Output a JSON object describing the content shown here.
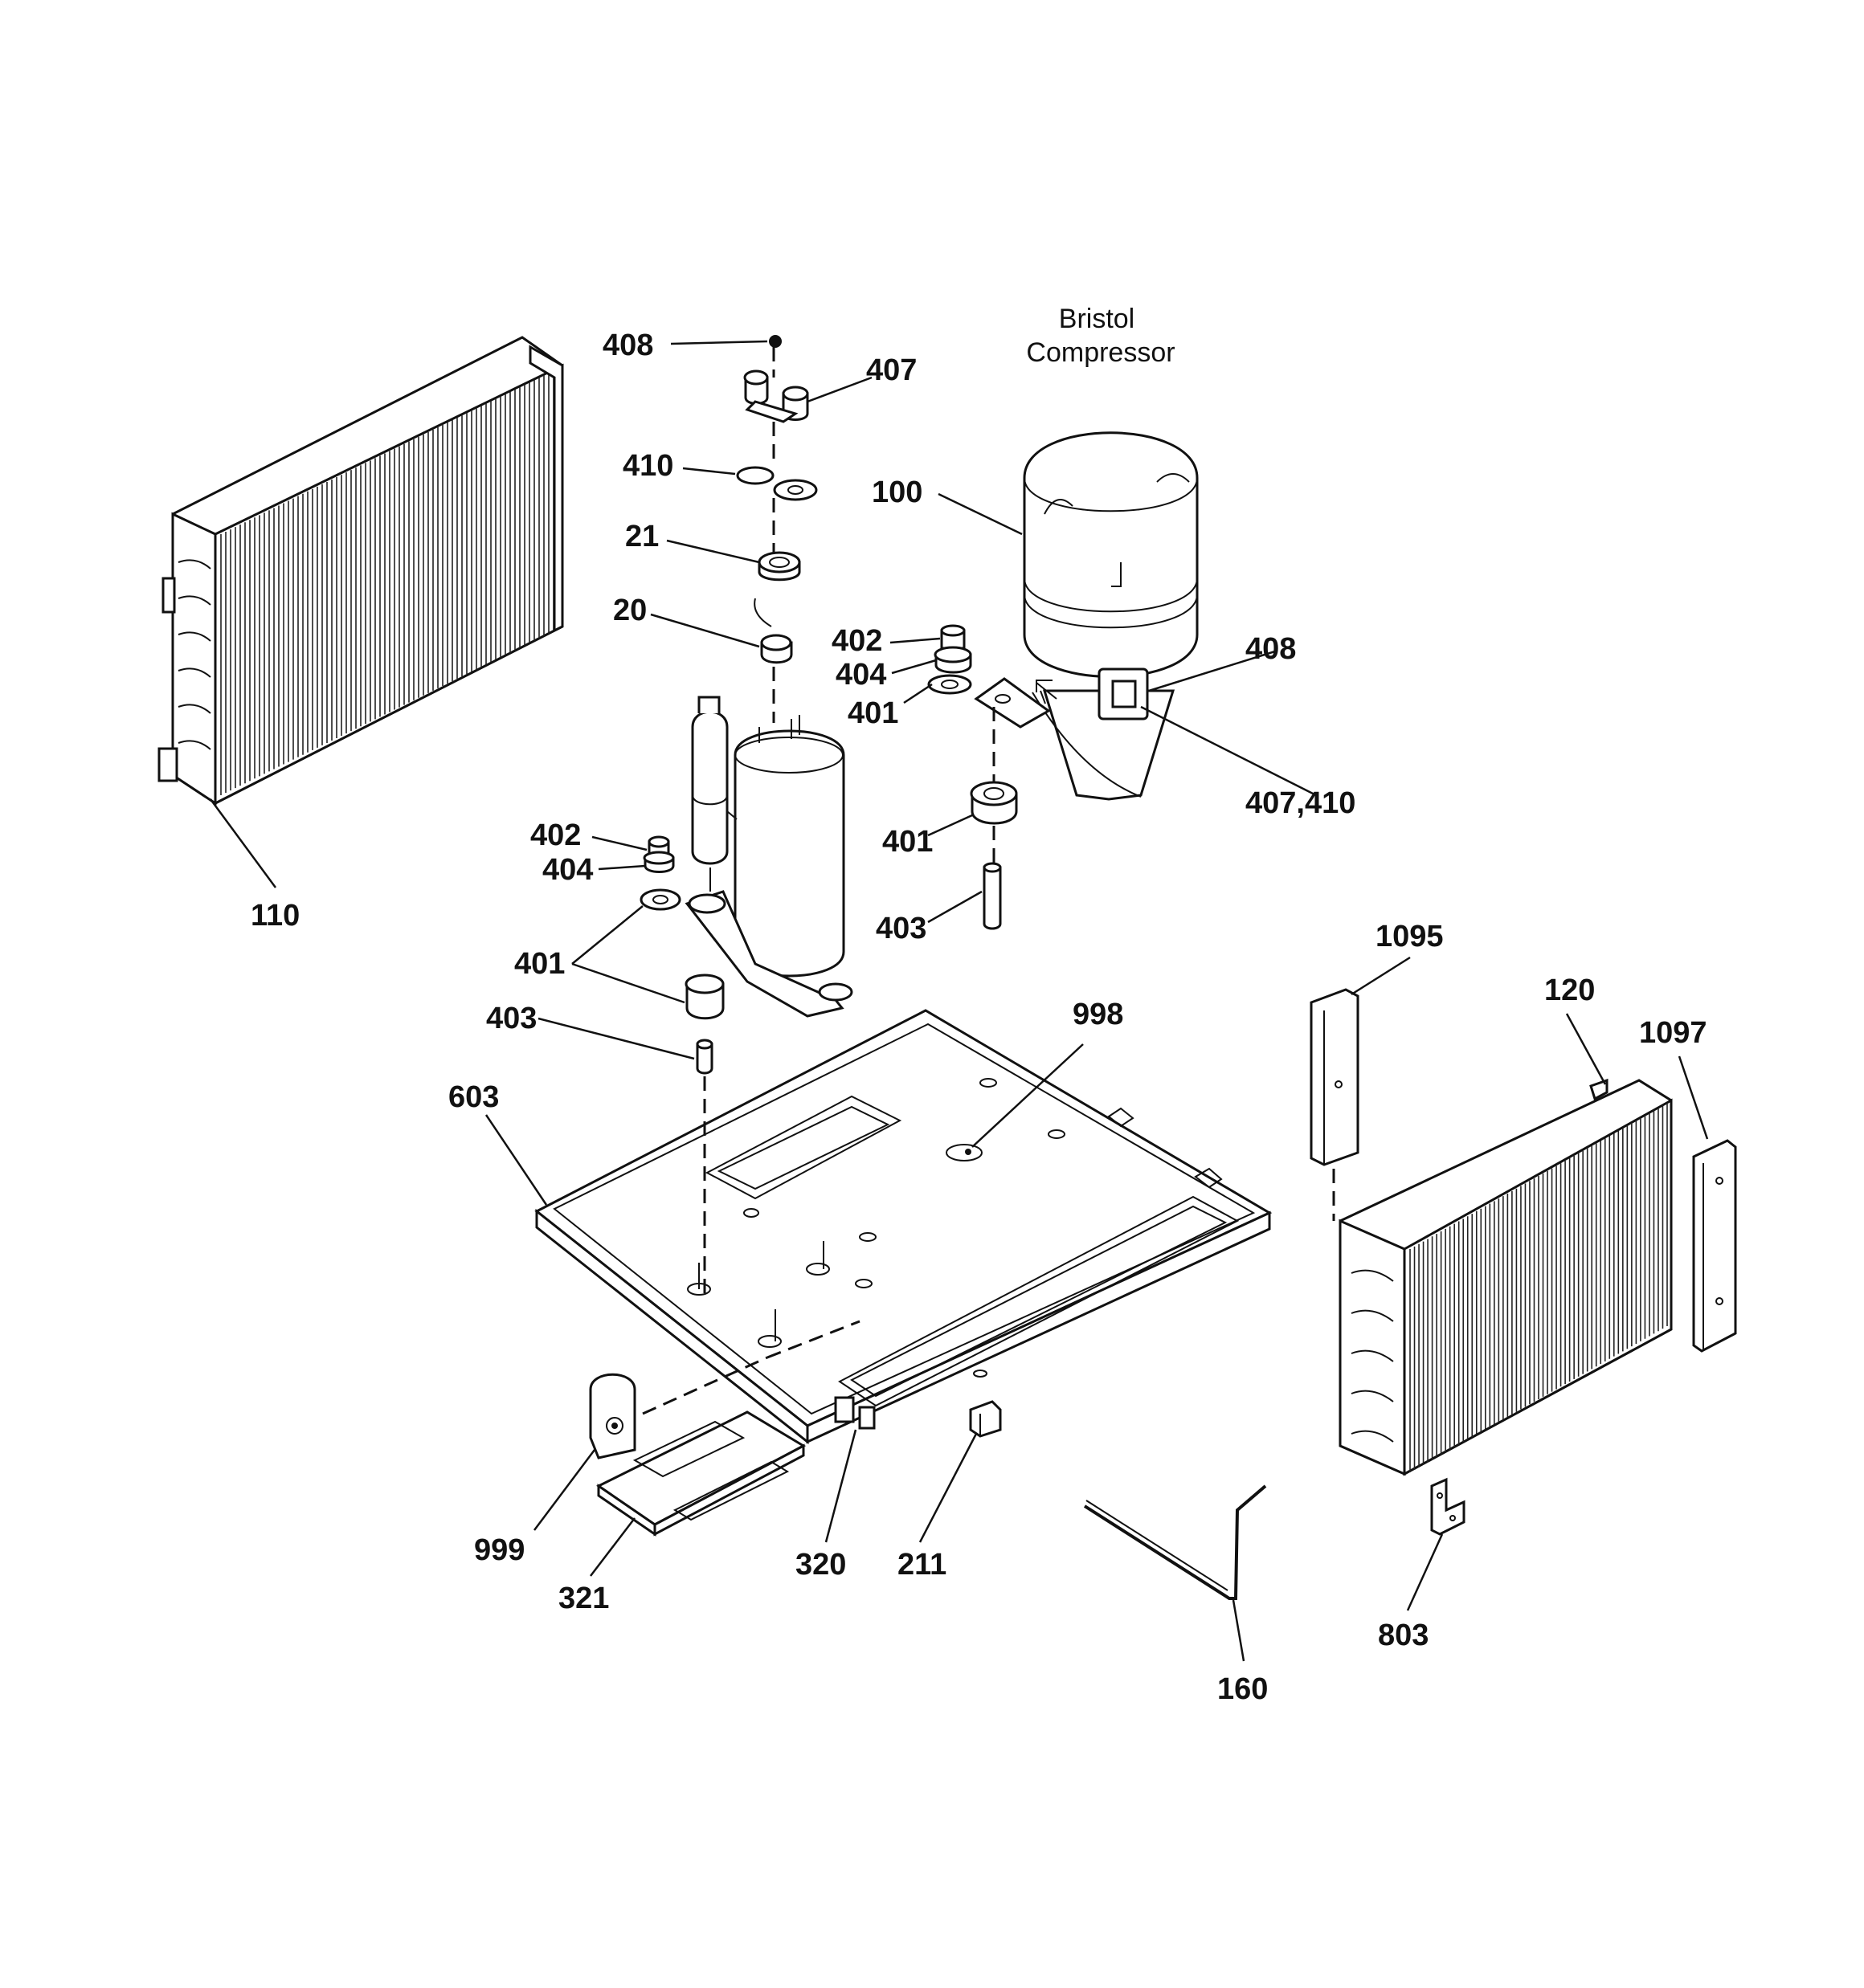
{
  "caption": {
    "line1": "Bristol",
    "line2": "Compressor"
  },
  "labels": [
    {
      "id": "lbl-408-top",
      "text": "408"
    },
    {
      "id": "lbl-407-top",
      "text": "407"
    },
    {
      "id": "lbl-410",
      "text": "410"
    },
    {
      "id": "lbl-21",
      "text": "21"
    },
    {
      "id": "lbl-20",
      "text": "20"
    },
    {
      "id": "lbl-100",
      "text": "100"
    },
    {
      "id": "lbl-408-right",
      "text": "408"
    },
    {
      "id": "lbl-407-410",
      "text": "407,410"
    },
    {
      "id": "lbl-402-right",
      "text": "402"
    },
    {
      "id": "lbl-404-right",
      "text": "404"
    },
    {
      "id": "lbl-401-right-a",
      "text": "401"
    },
    {
      "id": "lbl-401-right-b",
      "text": "401"
    },
    {
      "id": "lbl-403-right",
      "text": "403"
    },
    {
      "id": "lbl-402-left",
      "text": "402"
    },
    {
      "id": "lbl-404-left",
      "text": "404"
    },
    {
      "id": "lbl-401-left",
      "text": "401"
    },
    {
      "id": "lbl-403-left",
      "text": "403"
    },
    {
      "id": "lbl-110",
      "text": "110"
    },
    {
      "id": "lbl-603",
      "text": "603"
    },
    {
      "id": "lbl-998",
      "text": "998"
    },
    {
      "id": "lbl-1095",
      "text": "1095"
    },
    {
      "id": "lbl-120",
      "text": "120"
    },
    {
      "id": "lbl-1097",
      "text": "1097"
    },
    {
      "id": "lbl-999",
      "text": "999"
    },
    {
      "id": "lbl-321",
      "text": "321"
    },
    {
      "id": "lbl-320",
      "text": "320"
    },
    {
      "id": "lbl-211",
      "text": "211"
    },
    {
      "id": "lbl-160",
      "text": "160"
    },
    {
      "id": "lbl-803",
      "text": "803"
    }
  ]
}
